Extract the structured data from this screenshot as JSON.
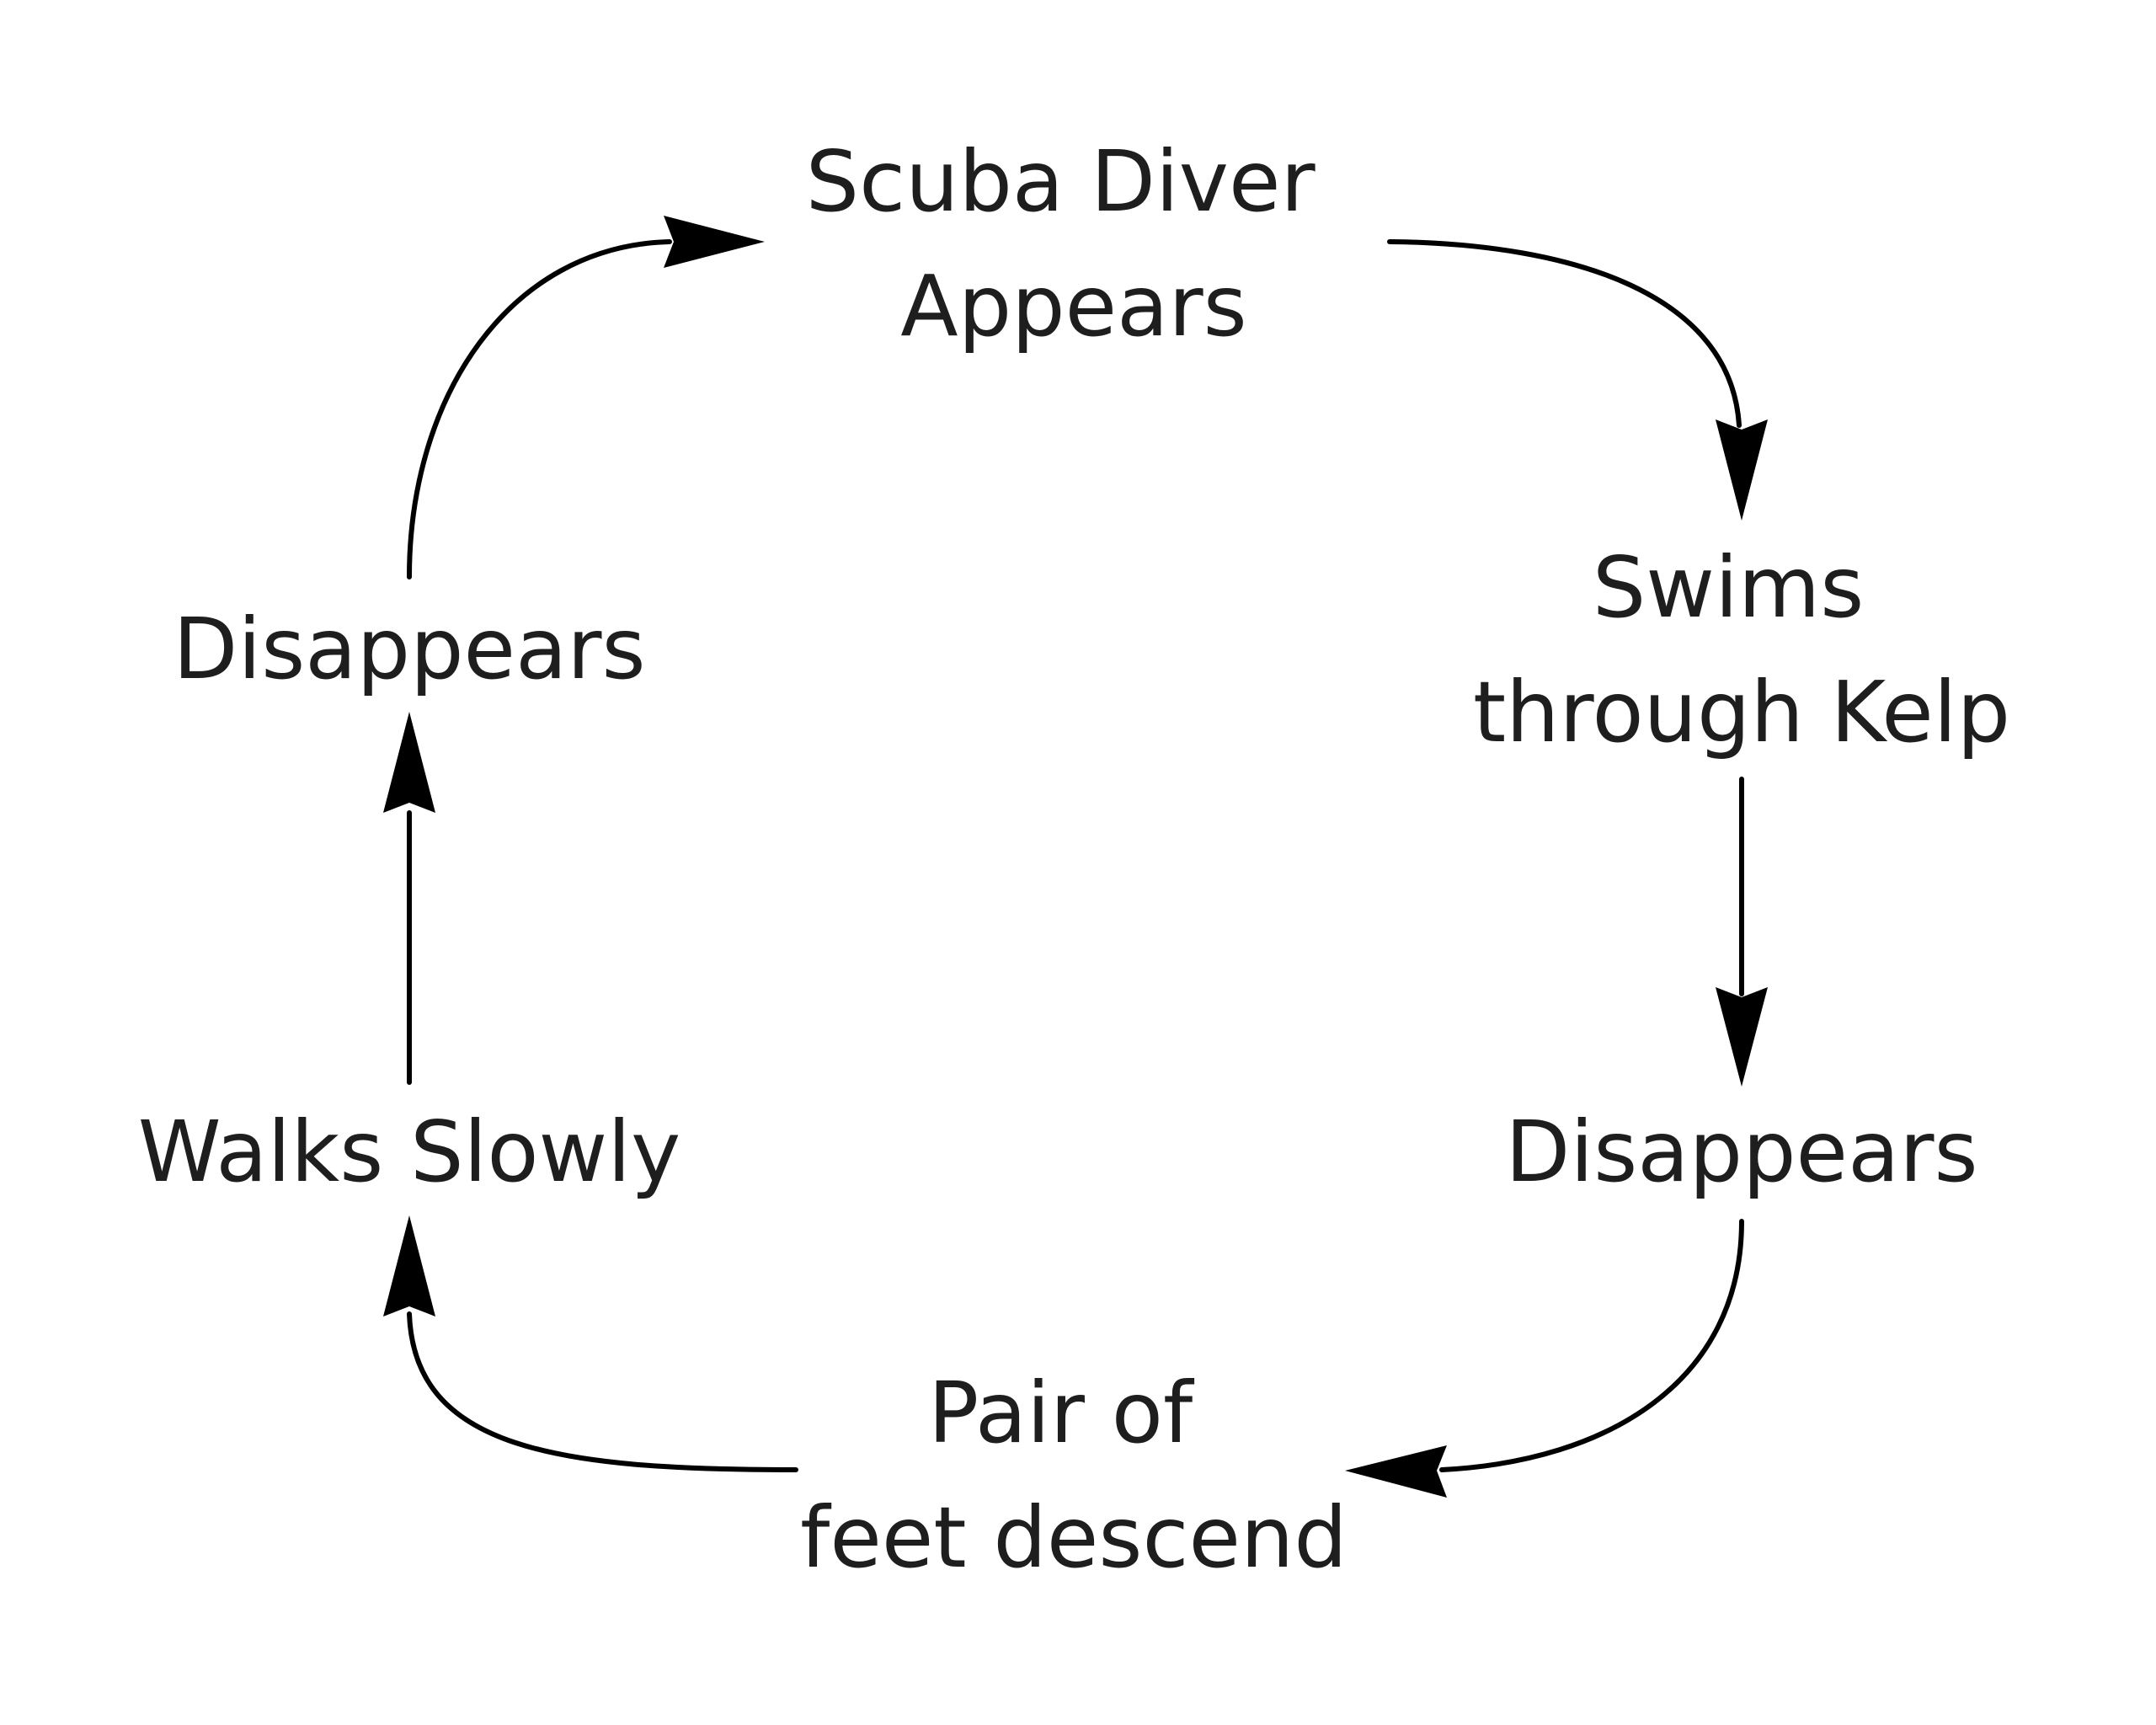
{
  "nodes": [
    {
      "id": "scuba-diver-appears",
      "lines": [
        "Scuba Diver",
        "Appears"
      ]
    },
    {
      "id": "swims-through-kelp",
      "lines": [
        "Swims",
        "through Kelp"
      ]
    },
    {
      "id": "disappears-right",
      "lines": [
        "Disappears"
      ]
    },
    {
      "id": "pair-of-feet-descend",
      "lines": [
        "Pair of",
        "feet descend"
      ]
    },
    {
      "id": "walks-slowly",
      "lines": [
        "Walks Slowly"
      ]
    },
    {
      "id": "disappears-left",
      "lines": [
        "Disappears"
      ]
    }
  ],
  "edges": [
    {
      "from": "scuba-diver-appears",
      "to": "swims-through-kelp"
    },
    {
      "from": "swims-through-kelp",
      "to": "disappears-right"
    },
    {
      "from": "disappears-right",
      "to": "pair-of-feet-descend"
    },
    {
      "from": "pair-of-feet-descend",
      "to": "walks-slowly"
    },
    {
      "from": "walks-slowly",
      "to": "disappears-left"
    },
    {
      "from": "disappears-left",
      "to": "scuba-diver-appears"
    }
  ],
  "colors": {
    "text": "#1e1e1e",
    "stroke": "#000000",
    "background": "#ffffff"
  }
}
